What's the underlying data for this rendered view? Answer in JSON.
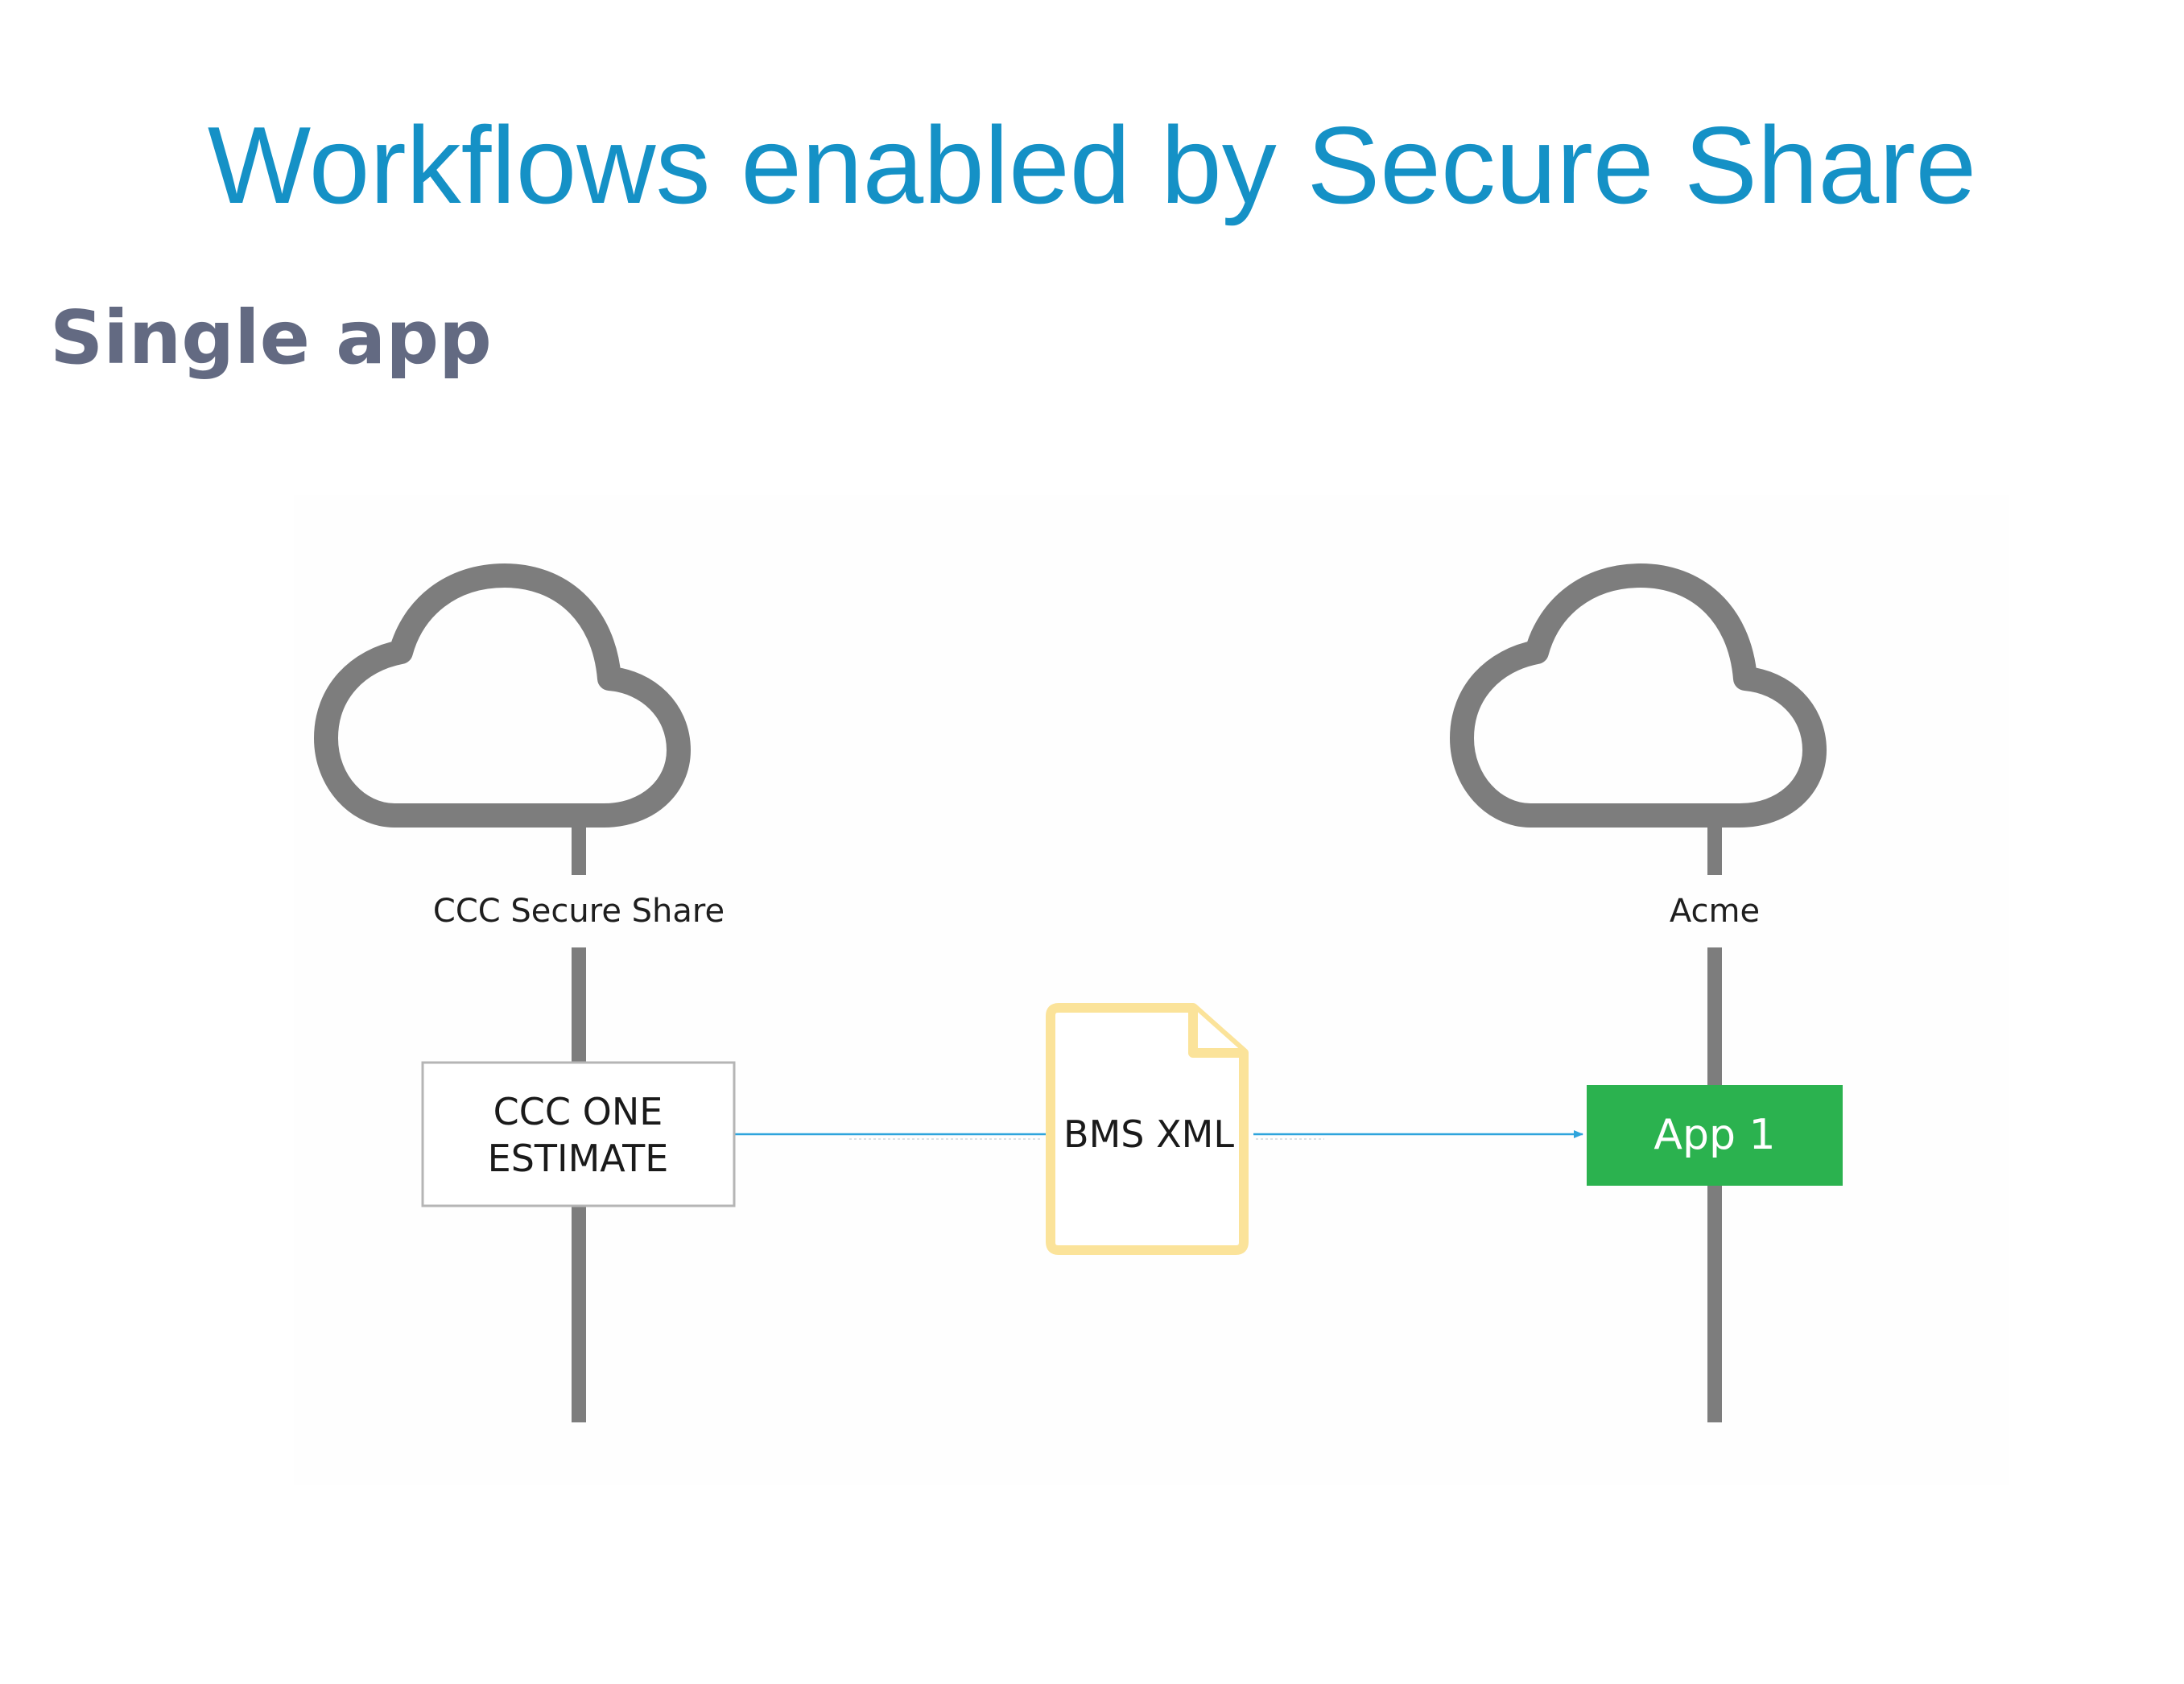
{
  "title": "Workflows enabled by Secure Share",
  "subtitle": "Single app",
  "diagram": {
    "left_system": {
      "label": "CCC Secure Share",
      "box_line1": "CCC ONE",
      "box_line2": "ESTIMATE"
    },
    "right_system": {
      "label": "Acme",
      "app_label": "App 1"
    },
    "document": {
      "label": "BMS XML"
    },
    "colors": {
      "title": "#1591c6",
      "subtitle": "#636a82",
      "cloud_stroke": "#7d7d7d",
      "connector": "#2ea4dc",
      "document_stroke": "#fbe39a",
      "app_fill": "#2bb24f",
      "box_border": "#b5b5b5"
    },
    "icons": [
      "cloud-icon",
      "document-icon",
      "arrow-icon"
    ]
  }
}
